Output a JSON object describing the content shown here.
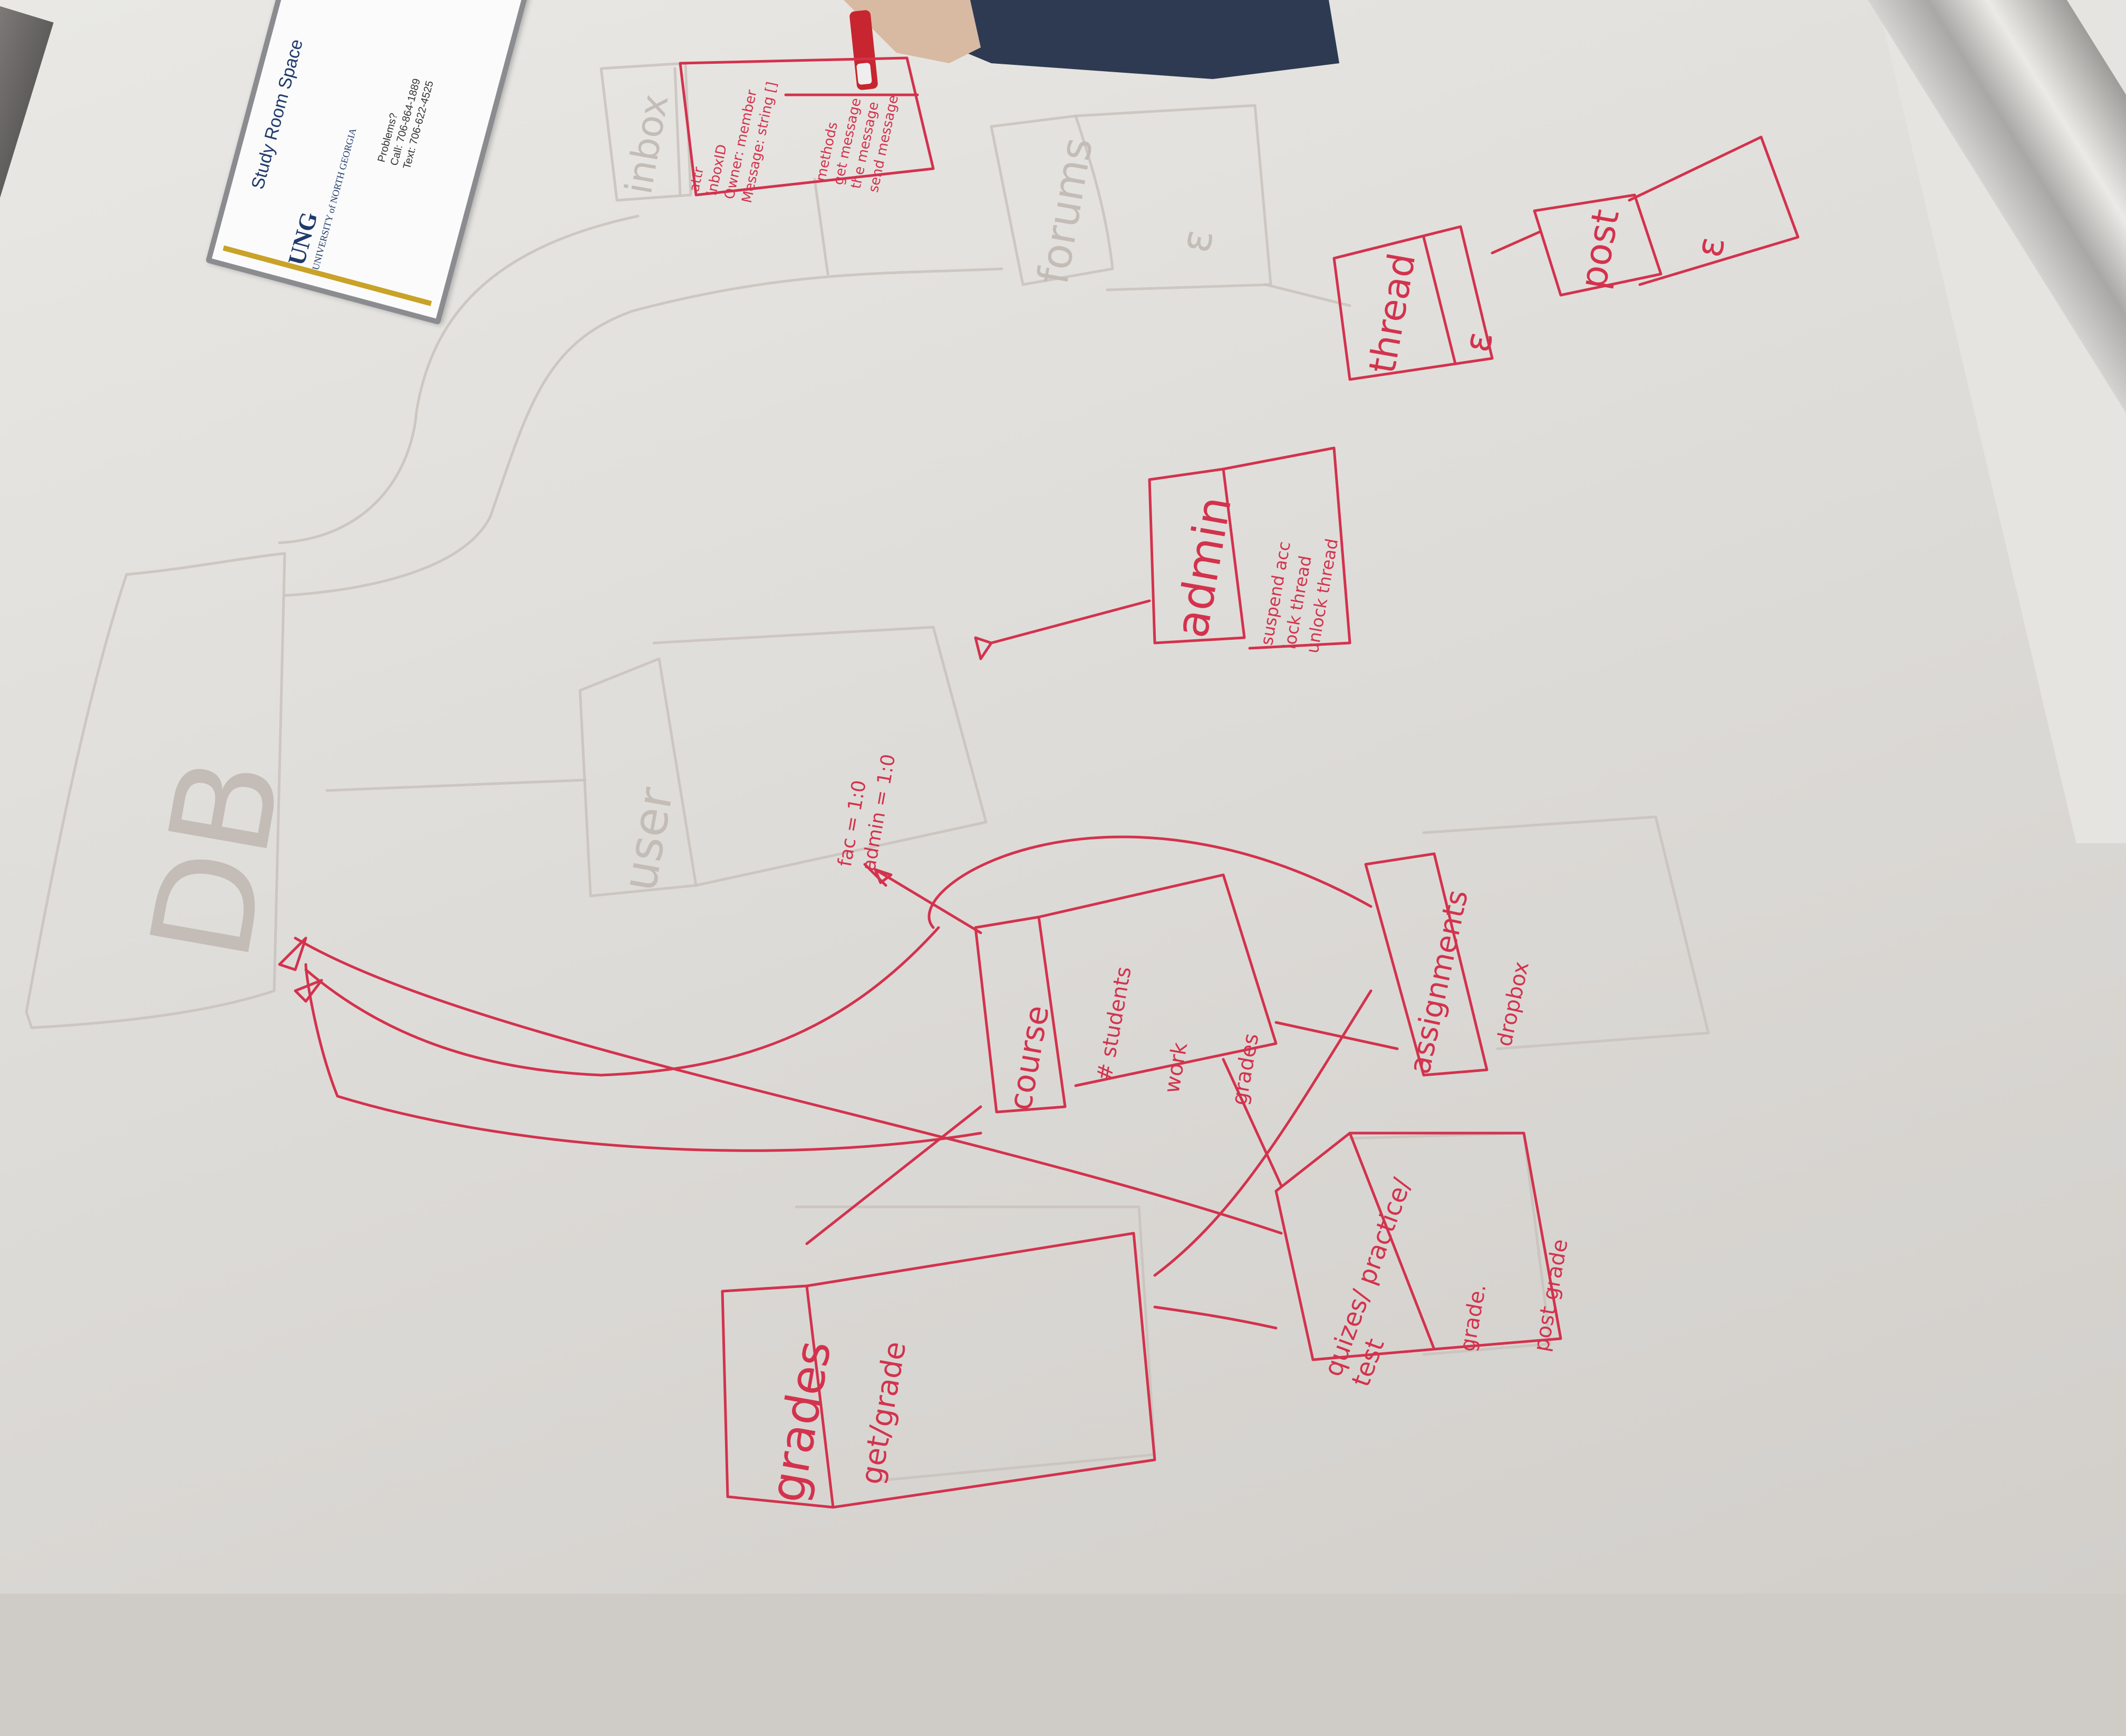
{
  "sign": {
    "title": "Study Room Space",
    "logo": "UNG",
    "logo_sub": "UNIVERSITY of NORTH GEORGIA",
    "problems": "Problems?",
    "call": "Call: 706-864-1889",
    "text": "Text: 706-622-4525"
  },
  "diagram": {
    "db": "DB",
    "inbox": {
      "name": "inbox",
      "attributes": [
        "attr",
        "inboxID",
        "Owner: member",
        "Message: string []"
      ],
      "methods_title": "methods",
      "methods": [
        "get message",
        "the message",
        "send message"
      ]
    },
    "forums": {
      "name": "forums",
      "multiplicity": "ε"
    },
    "thread": {
      "name": "thread",
      "multiplicity": "ε"
    },
    "post": {
      "name": "post",
      "multiplicity": "ε"
    },
    "admin": {
      "name": "admin",
      "methods": [
        "suspend acc",
        "lock thread",
        "unlock thread"
      ]
    },
    "user": {
      "name": "user",
      "attributes": [
        "fac = 1:0",
        "admin = 1:0"
      ]
    },
    "course": {
      "name": "course",
      "attributes": [
        "# students",
        "work",
        "grades"
      ]
    },
    "assignments": {
      "name": "assignments",
      "attributes": [
        "dropbox"
      ]
    },
    "grades": {
      "name": "grades",
      "methods": [
        "get/grade"
      ]
    },
    "quizzes": {
      "name": "quizes/ practice/ test",
      "attributes": [
        "grade.",
        "post grade"
      ]
    }
  },
  "colors": {
    "ink": "#d3324d",
    "ghost": "#c9c2bd",
    "board": "#e4e3df"
  }
}
